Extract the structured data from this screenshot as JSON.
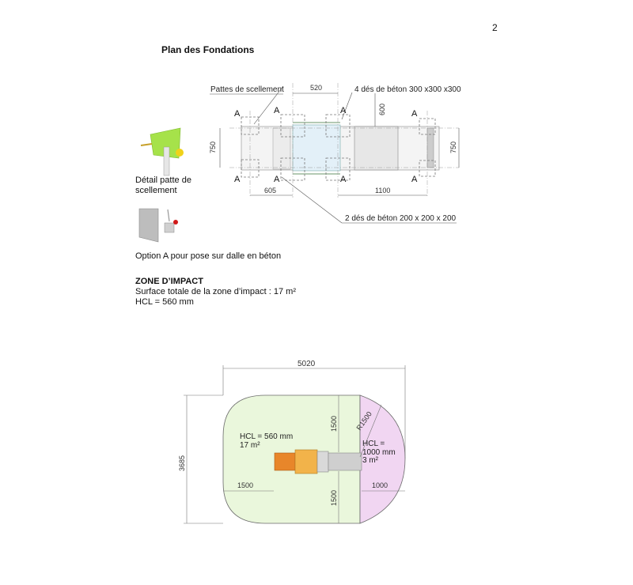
{
  "page": {
    "number": "2",
    "title": "Plan des Fondations"
  },
  "foundation_plan": {
    "label_pattes": "Pattes de scellement",
    "label_des_300": "4 dés de béton 300 x300 x300",
    "label_des_200": "2 dés de béton 200 x 200 x 200",
    "dim_520": "520",
    "dim_600": "600",
    "dim_750_left": "750",
    "dim_750_right": "750",
    "dim_605": "605",
    "dim_1100": "1100",
    "marker_a": "A"
  },
  "detail": {
    "caption_line1": "Détail patte de",
    "caption_line2": "scellement"
  },
  "option_a": {
    "caption": "Option A pour pose sur dalle en béton"
  },
  "impact_zone": {
    "heading": "ZONE D’IMPACT",
    "surface_line": "Surface totale de la zone d’impact : 17 m²",
    "hcl_line": "HCL = 560 mm"
  },
  "impact_plan": {
    "dim_width": "5020",
    "dim_height": "3685",
    "dim_1500_top": "1500",
    "dim_1500_bottom": "1500",
    "dim_1500_left": "1500",
    "dim_1000": "1000",
    "dim_r1500": "R1500",
    "green_hcl": "HCL = 560 mm",
    "green_area": "17 m²",
    "pink_hcl_1": "HCL =",
    "pink_hcl_2": "1000 mm",
    "pink_area": "3 m²",
    "colors": {
      "zone_green": "#eaf7dc",
      "zone_pink": "#f1d6f2",
      "zone_outline": "#6a6a6a"
    }
  }
}
